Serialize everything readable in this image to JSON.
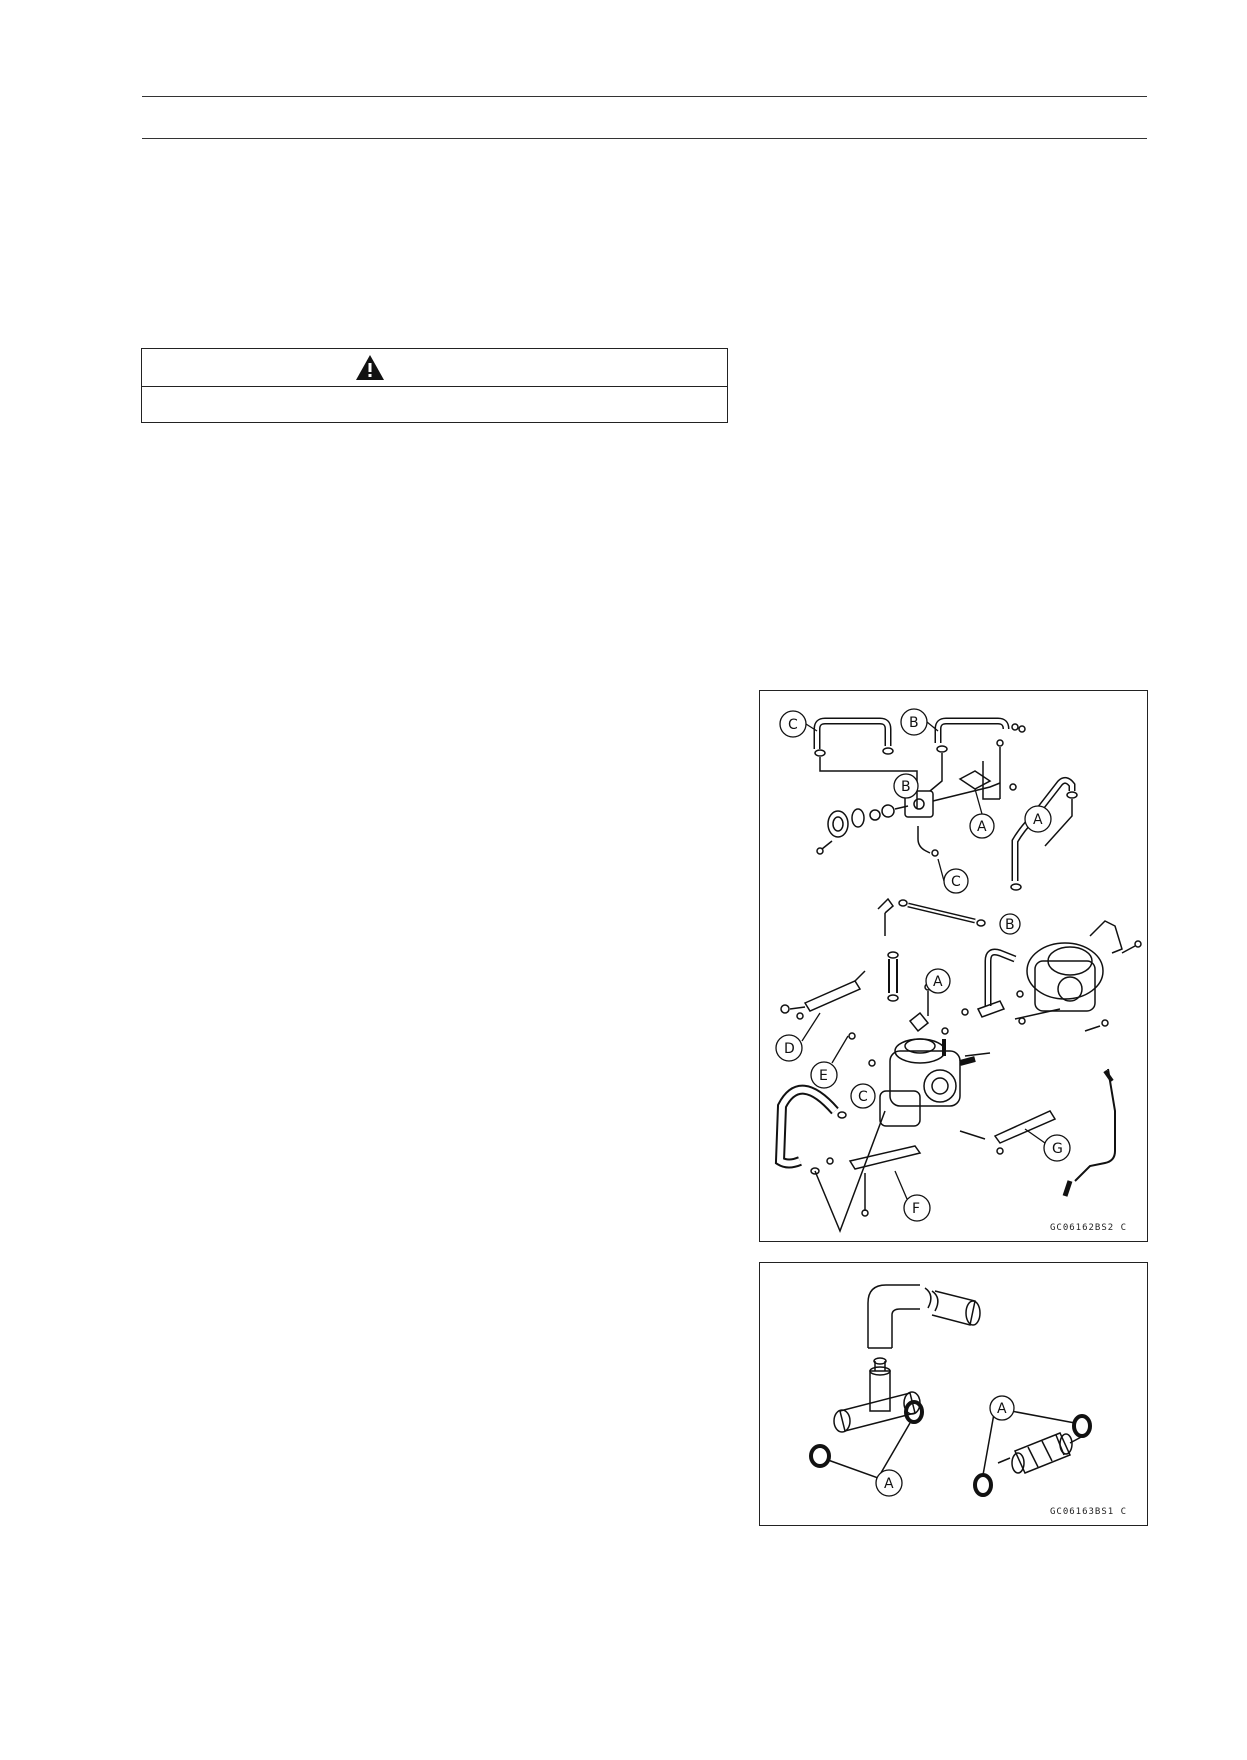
{
  "warning": {
    "icon": "warning-triangle-icon",
    "text": ""
  },
  "figure_1": {
    "code": "GC06162BS2 C",
    "callouts": [
      "C",
      "B",
      "B",
      "A",
      "A",
      "C",
      "B",
      "A",
      "D",
      "E",
      "C",
      "G",
      "F"
    ]
  },
  "figure_2": {
    "code": "GC06163BS1 C",
    "callouts": [
      "A",
      "A"
    ]
  }
}
